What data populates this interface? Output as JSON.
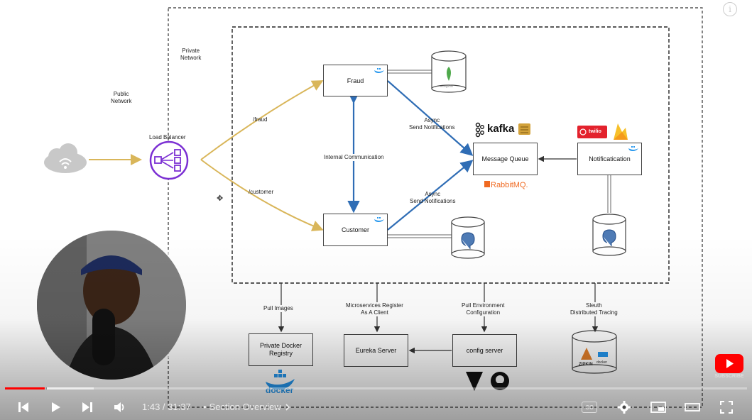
{
  "diagram": {
    "labels": {
      "public_network": "Public\nNetwork",
      "private_network": "Private\nNetwork",
      "load_balancer": "Load Balancer",
      "route_fraud": "/fraud",
      "route_customer": "/customer",
      "internal_communication": "Internal Communication",
      "async_top": "Async\nSend Notifications",
      "async_bottom": "Async\nSend Notifications",
      "pull_images": "Pull Images",
      "ms_register": "Microservices Register\nAs A Client",
      "pull_env": "Pull Environment\nConfiguration",
      "sleuth": "Sleuth\nDistributed Tracing"
    },
    "services": {
      "fraud": "Fraud",
      "customer": "Customer",
      "message_queue": "Message Queue",
      "notification": "Notificatication",
      "private_registry": "Private Docker\nRegistry",
      "eureka": "Eureka Server",
      "config": "config server"
    },
    "brands": {
      "kafka": "kafka",
      "rabbitmq": "RabbitMQ.",
      "twilio": "twilio",
      "docker": "docker",
      "zipkin": "ZIPKIN",
      "mongodb": "mongoDB",
      "docker_small": "docker"
    },
    "colors": {
      "yellow_arrow": "#d9b65a",
      "blue_arrow": "#2f6db5",
      "lb_purple": "#7b2fd3"
    },
    "icons": [
      "cloud-icon",
      "load-balancer-icon",
      "mongodb-icon",
      "postgres-icon",
      "kafka-icon",
      "rabbitmq-icon",
      "twilio-icon",
      "firebase-icon",
      "docker-icon",
      "zipkin-icon",
      "vault-icon",
      "github-icon"
    ]
  },
  "player": {
    "time_current": "1:43",
    "time_total": "31:37",
    "time_display": "1:43 / 31:37",
    "chapter_separator": "•",
    "chapter": "Section Overview",
    "progress_fraction": 0.054,
    "buffered_fraction": 0.12,
    "subscribe_label": "SUBSCRIBE",
    "cc_label": "CC",
    "info_label": "i"
  }
}
